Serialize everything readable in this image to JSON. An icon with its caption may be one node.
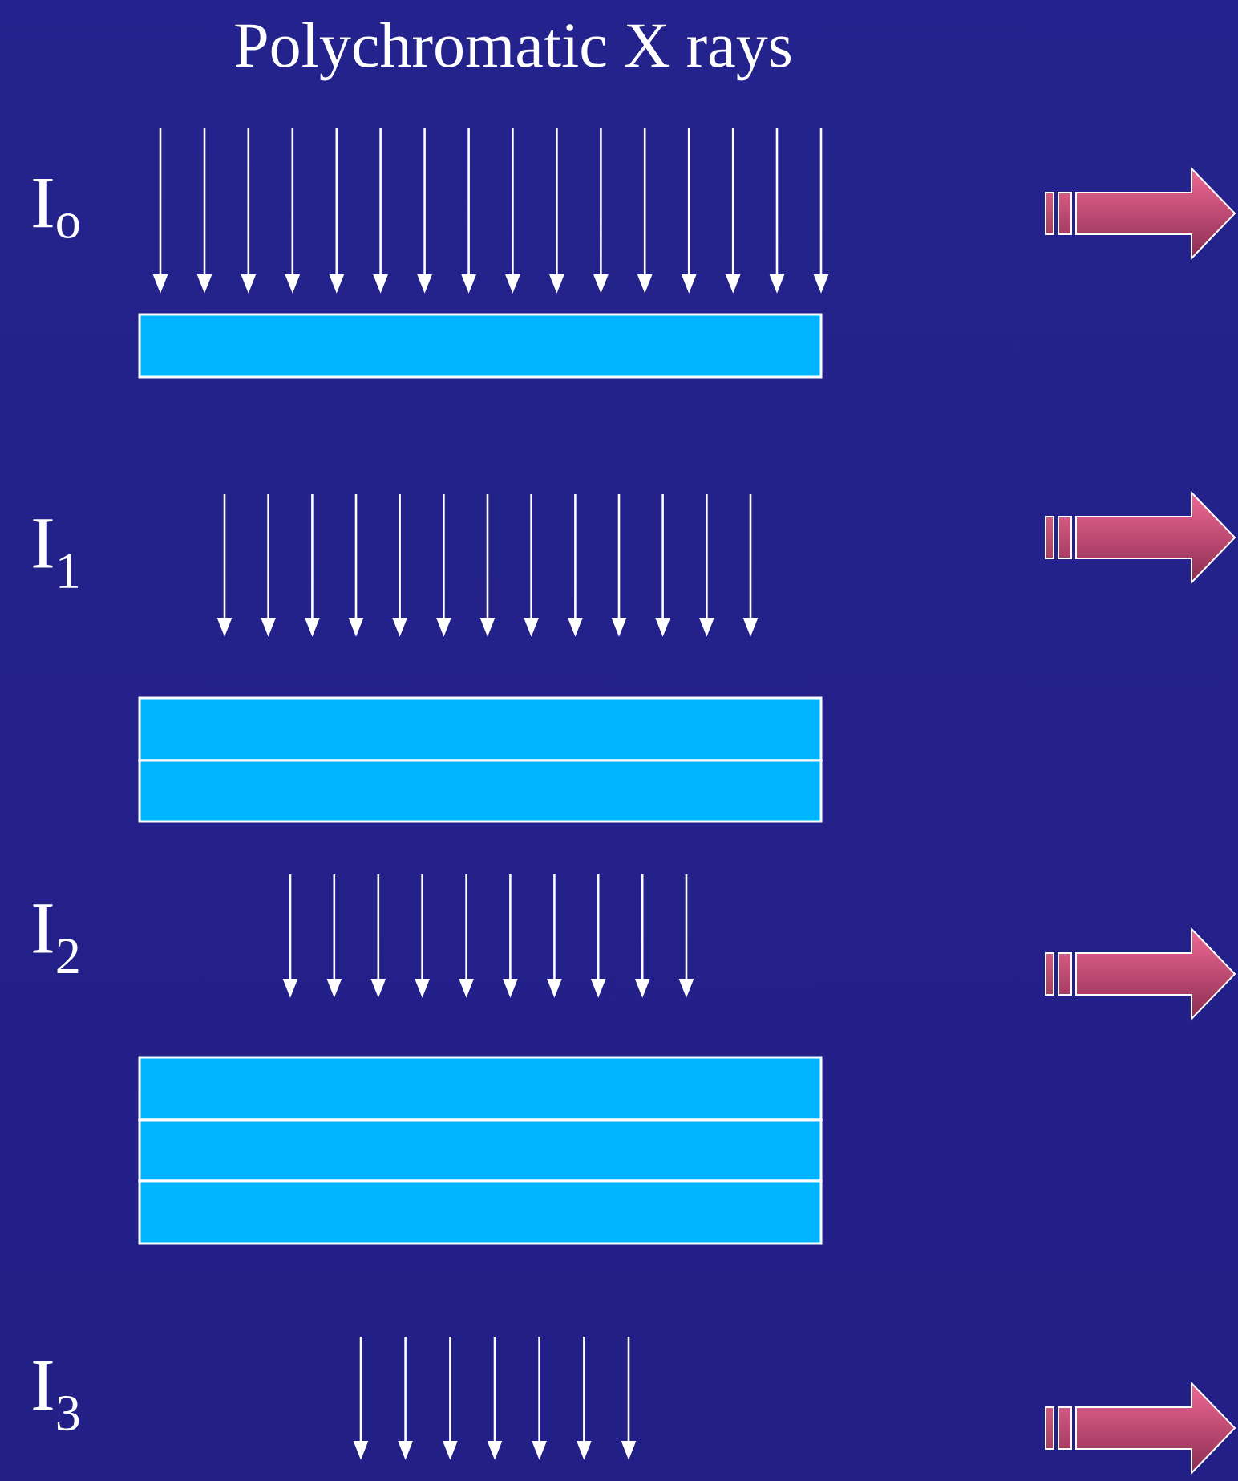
{
  "diagram": {
    "title": "Polychromatic X rays",
    "nodes": [
      {
        "text": [],
        "shape": "box"
      },
      {
        "text": [],
        "shape": "box"
      },
      {
        "text": [],
        "shape": "box"
      },
      {
        "text": [],
        "shape": "box"
      },
      {
        "text": [],
        "shape": "box"
      },
      {
        "text": [],
        "shape": "box"
      }
    ],
    "labels": [
      "I$_{o}$",
      "I$_{1}$",
      "I$_{2}$",
      "I$_{3}$"
    ]
  }
}
